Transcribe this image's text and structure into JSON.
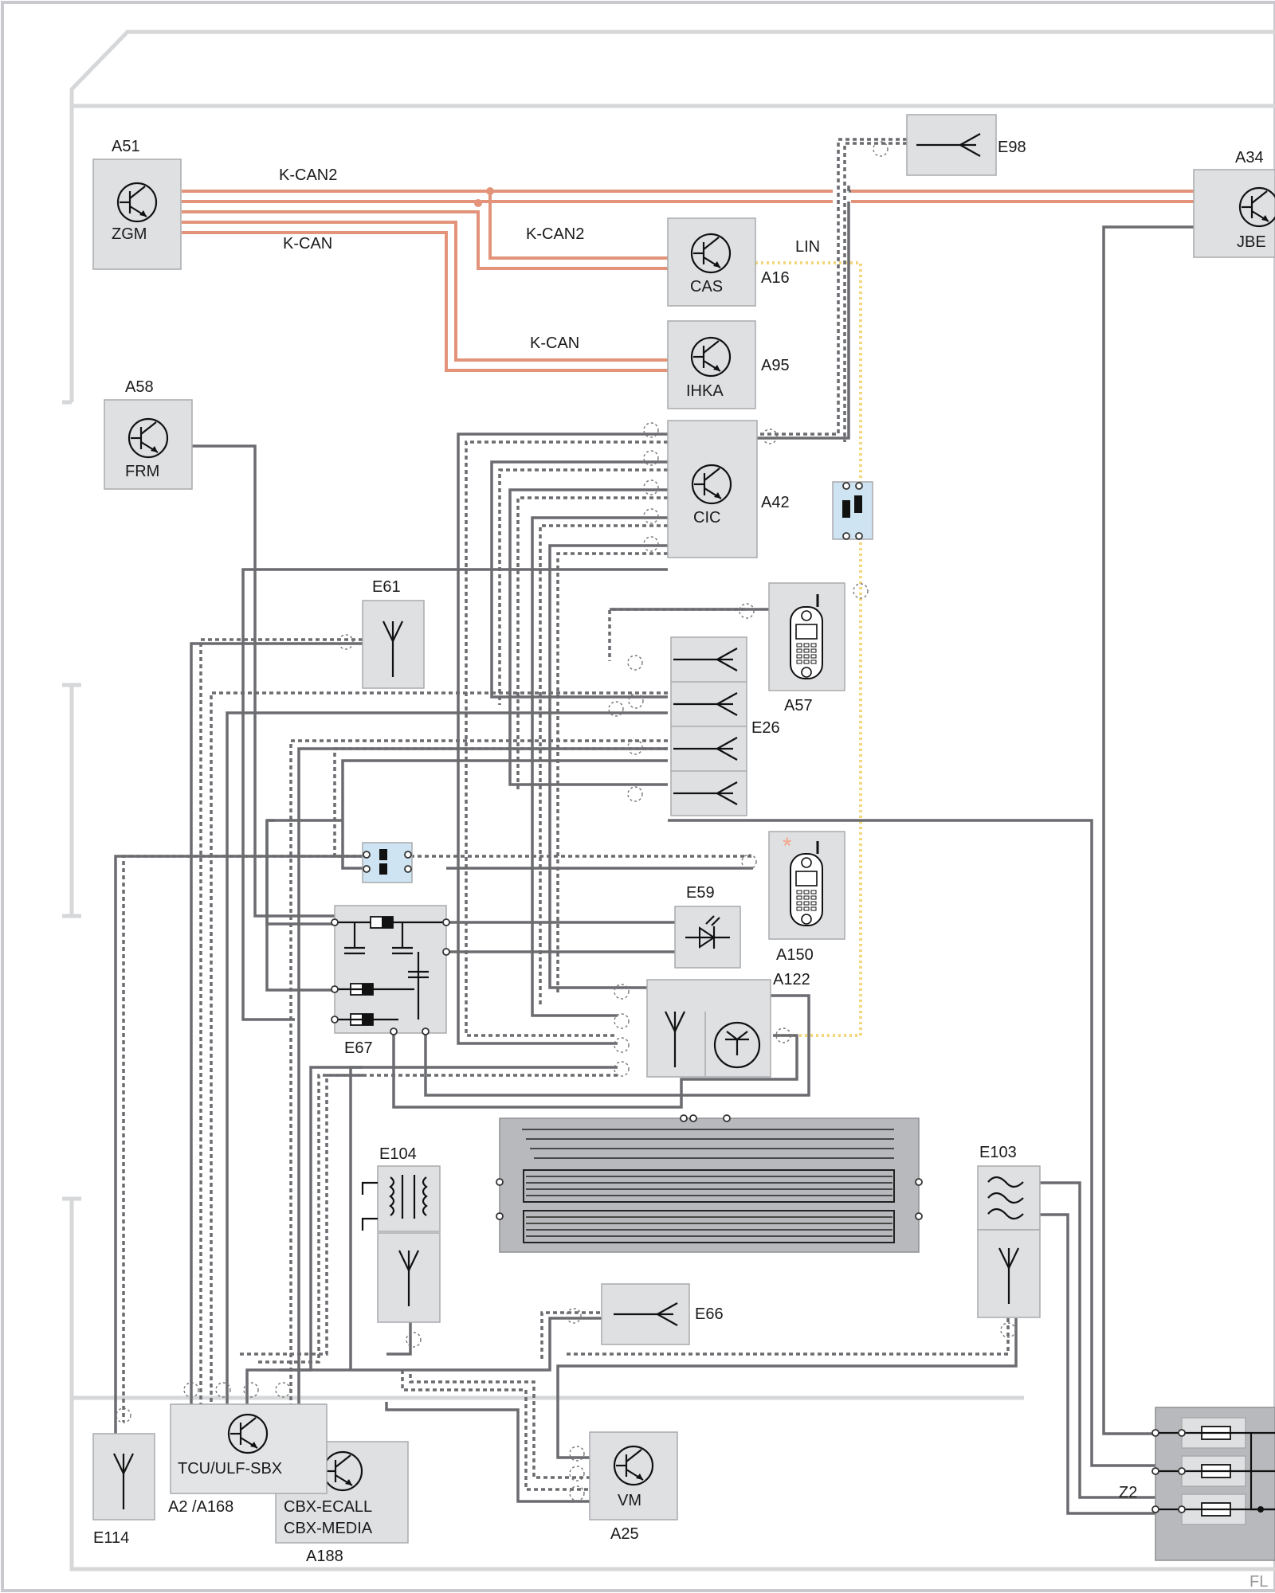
{
  "components": {
    "a51": {
      "id": "A51",
      "name": "ZGM"
    },
    "a34": {
      "id": "A34",
      "name": "JBE"
    },
    "a16": {
      "id": "A16",
      "name": "CAS"
    },
    "a95": {
      "id": "A95",
      "name": "IHKA"
    },
    "a42": {
      "id": "A42",
      "name": "CIC"
    },
    "a58": {
      "id": "A58",
      "name": "FRM"
    },
    "e98": {
      "id": "E98"
    },
    "e61": {
      "id": "E61"
    },
    "e26": {
      "id": "E26"
    },
    "a57": {
      "id": "A57"
    },
    "a150": {
      "id": "A150"
    },
    "e59": {
      "id": "E59"
    },
    "a122": {
      "id": "A122"
    },
    "e67": {
      "id": "E67"
    },
    "e104": {
      "id": "E104"
    },
    "e103": {
      "id": "E103"
    },
    "e66": {
      "id": "E66"
    },
    "e114": {
      "id": "E114"
    },
    "a2": {
      "name": "TCU/ULF-SBX",
      "id": "A2  /A168"
    },
    "a188": {
      "id": "A188",
      "line1": "CBX-ECALL",
      "line2": "CBX-MEDIA"
    },
    "a25": {
      "id": "A25",
      "name": "VM"
    },
    "z2": {
      "id": "Z2"
    }
  },
  "bus_labels": {
    "kcan2_top": "K-CAN2",
    "kcan_top": "K-CAN",
    "kcan2_cas": "K-CAN2",
    "kcan_ihka": "K-CAN",
    "lin": "LIN"
  },
  "corner_text": "FL",
  "colors": {
    "can_bus": "#e2937a",
    "lin_bus": "#f2d77e",
    "wire": "#6b6c70",
    "component_fill": "#dfe0e2",
    "star": "#f4a58c"
  }
}
